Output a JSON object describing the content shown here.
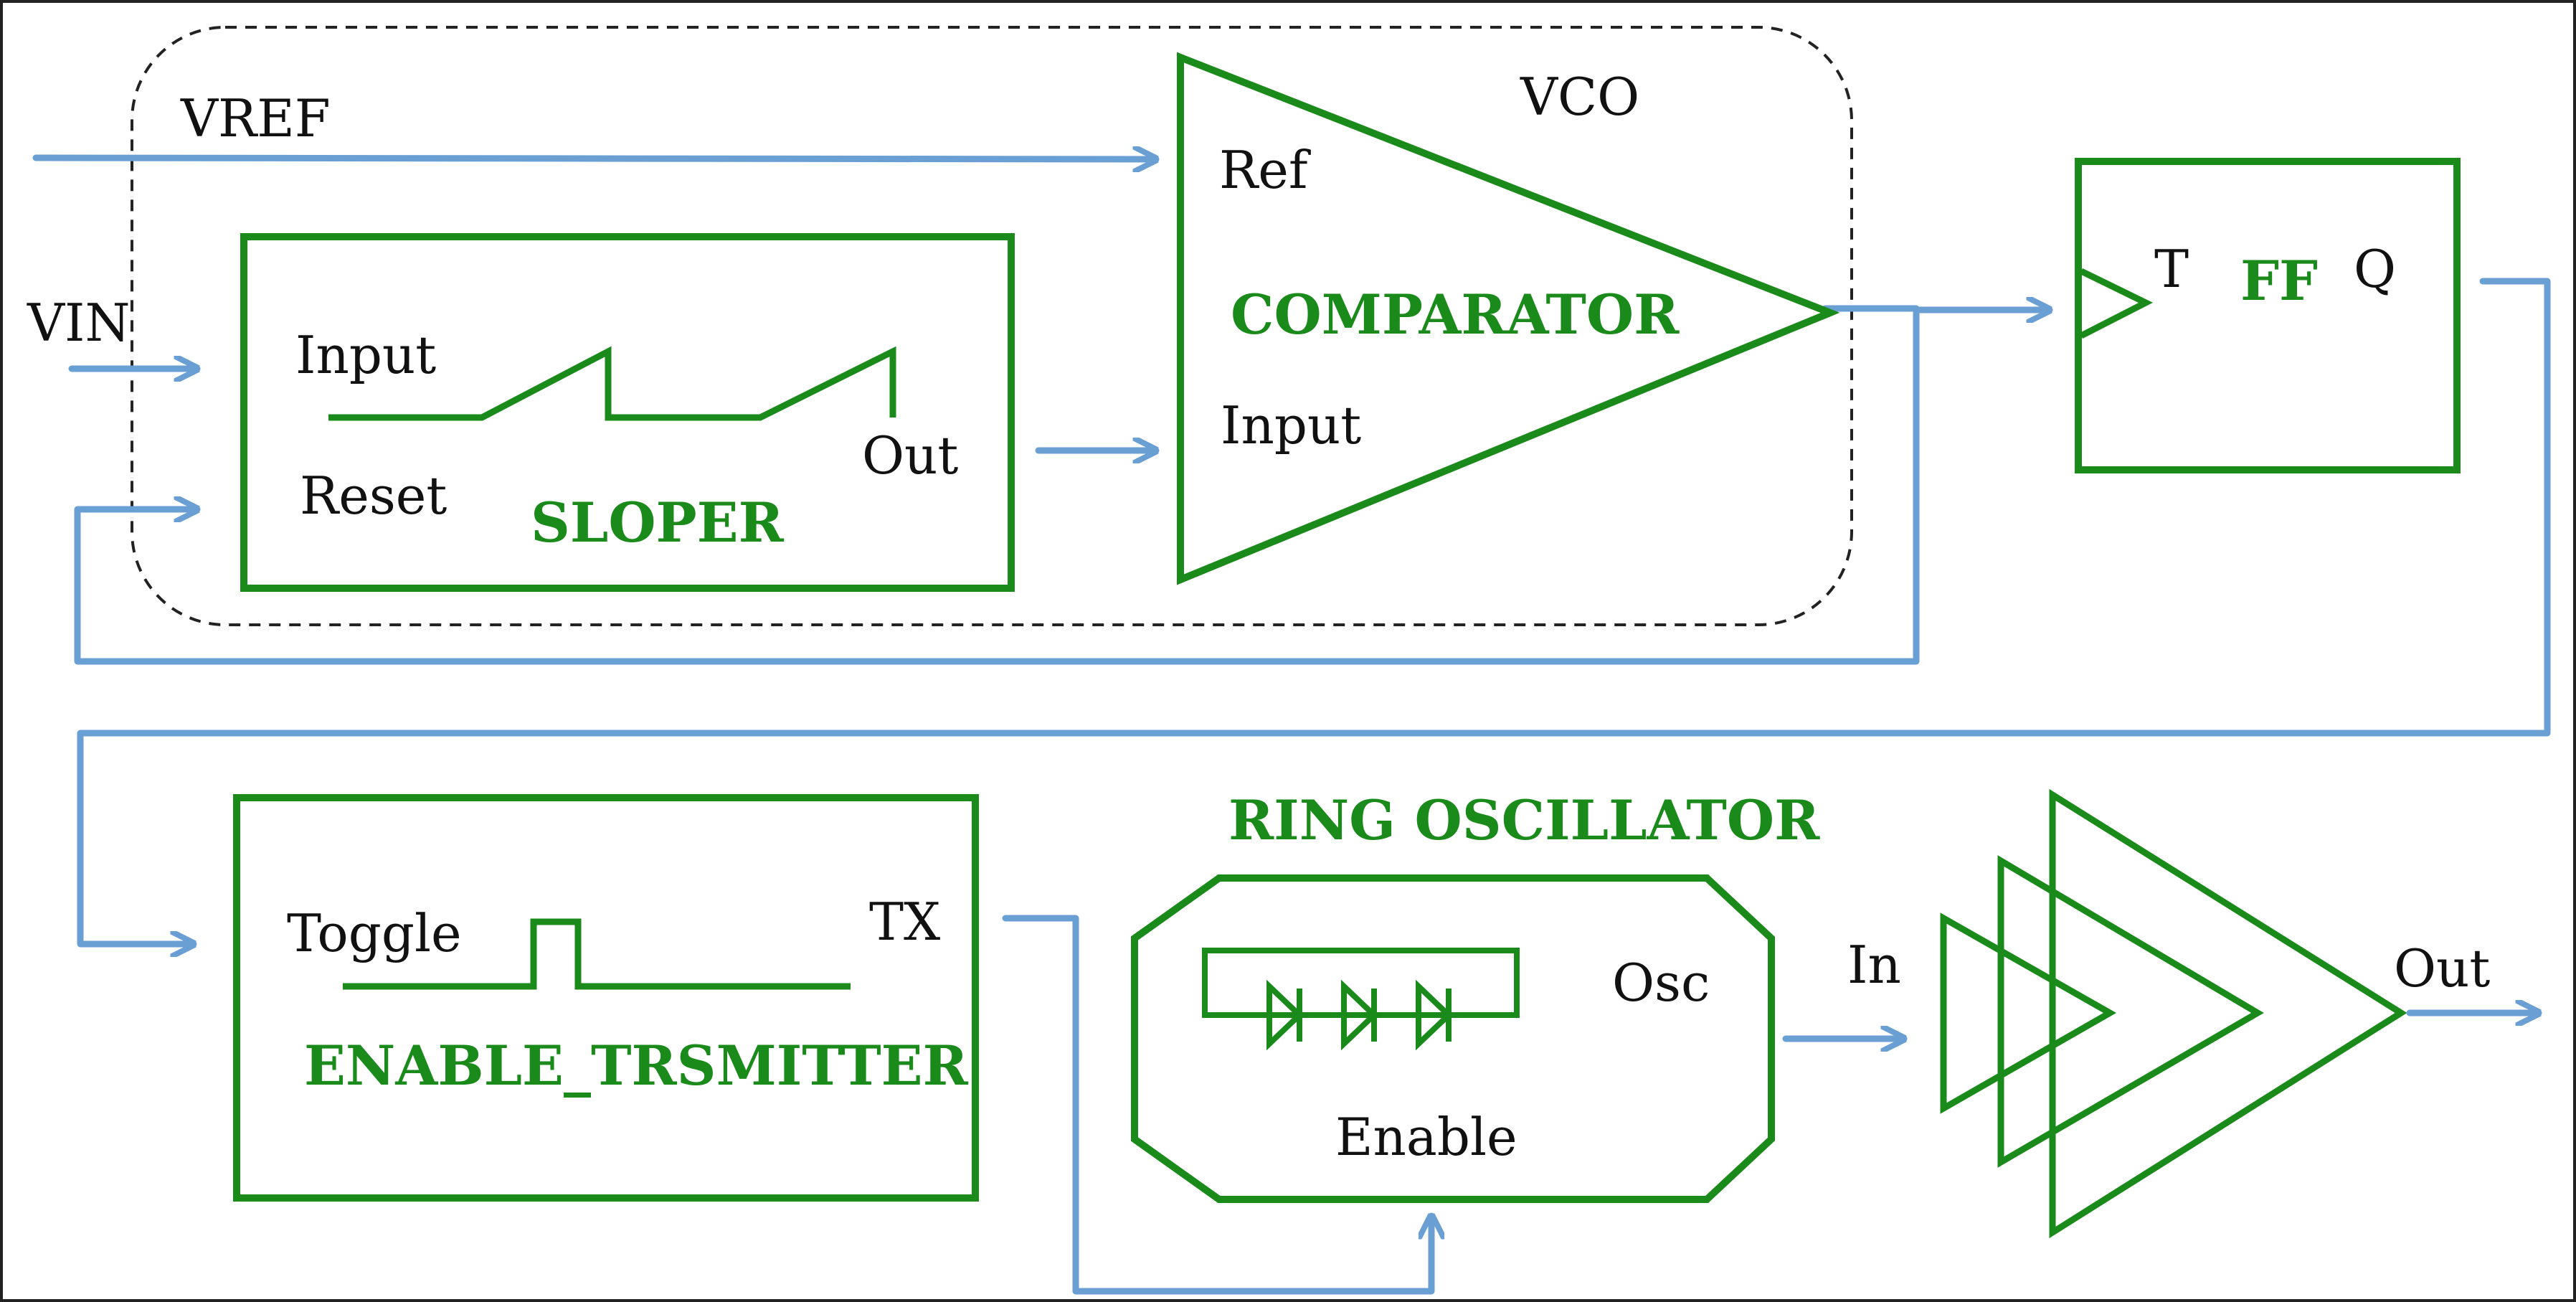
{
  "colors": {
    "block": "#1a8a1a",
    "wire": "#6a9fd4",
    "text": "#111111",
    "dashed": "#222222"
  },
  "inputs": {
    "vref": "VREF",
    "vin": "VIN"
  },
  "vco": {
    "name": "VCO",
    "comparator": {
      "title": "COMPARATOR",
      "ref": "Ref",
      "input": "Input"
    },
    "sloper": {
      "title": "SLOPER",
      "input": "Input",
      "reset": "Reset",
      "out": "Out"
    }
  },
  "ff": {
    "title": "FF",
    "t": "T",
    "q": "Q"
  },
  "enable_transmitter": {
    "title": "ENABLE_TRSMITTER",
    "toggle": "Toggle",
    "tx": "TX"
  },
  "ring_oscillator": {
    "title": "RING OSCILLATOR",
    "osc": "Osc",
    "enable": "Enable"
  },
  "buffer": {
    "in": "In",
    "out": "Out"
  }
}
